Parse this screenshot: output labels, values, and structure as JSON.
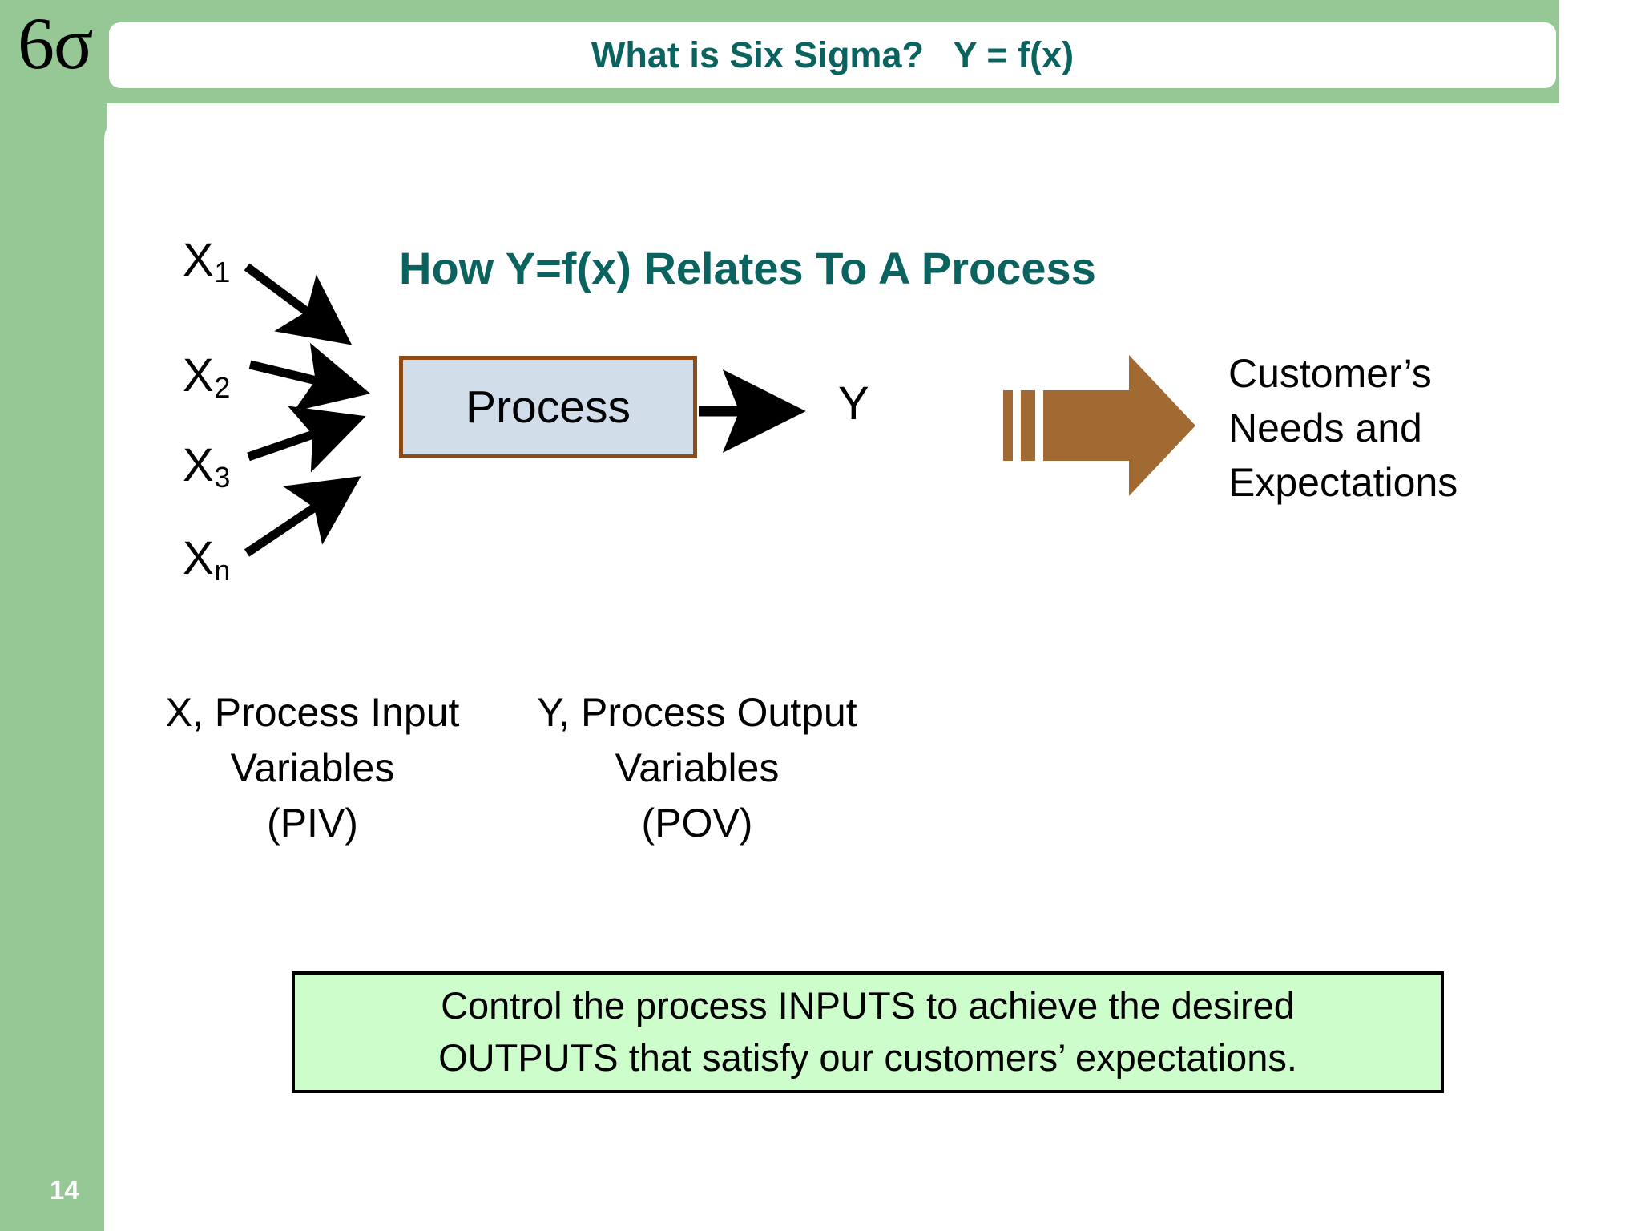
{
  "slide": {
    "logo": "6σ",
    "page_number": "14",
    "title": "What is Six Sigma?   Y = f(x)",
    "heading": "How Y=f(x) Relates To A Process"
  },
  "colors": {
    "green_frame": "#96c896",
    "title_teal": "#0b6360",
    "process_fill": "#d2ddea",
    "process_border": "#8a4b16",
    "block_arrow": "#a06a32",
    "callout_fill": "#ccfdcb",
    "callout_border": "#000000"
  },
  "diagram": {
    "inputs": [
      {
        "base": "X",
        "sub": "1"
      },
      {
        "base": "X",
        "sub": "2"
      },
      {
        "base": "X",
        "sub": "3"
      },
      {
        "base": "X",
        "sub": "n"
      }
    ],
    "process_label": "Process",
    "output_label": "Y",
    "customer": {
      "line1": "Customer’s",
      "line2": "Needs and",
      "line3": "Expectations"
    }
  },
  "captions": {
    "input": {
      "line1": "X, Process Input",
      "line2": "Variables",
      "line3": "(PIV)"
    },
    "output": {
      "line1": "Y, Process Output",
      "line2": "Variables",
      "line3": "(POV)"
    }
  },
  "callout": {
    "line1": "Control the process INPUTS to achieve the desired",
    "line2": "OUTPUTS that satisfy our customers’ expectations."
  }
}
